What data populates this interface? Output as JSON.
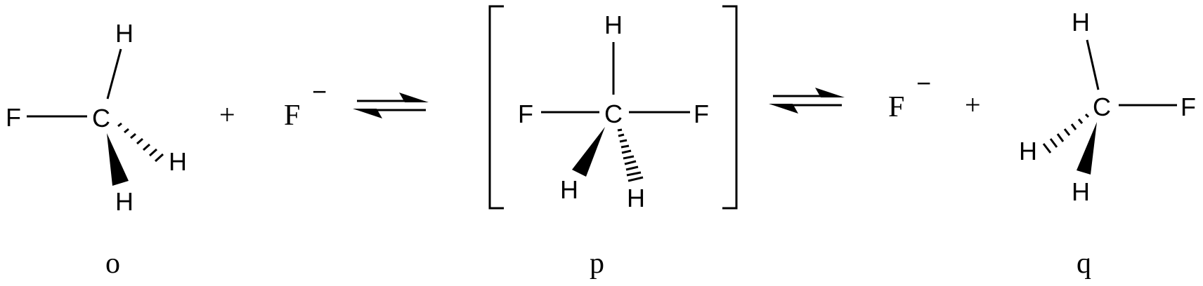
{
  "molecules": {
    "o": {
      "label": "o",
      "atoms": {
        "f": "F",
        "c": "C",
        "h_top": "H",
        "h_hash": "H",
        "h_wedge": "H"
      }
    },
    "p": {
      "label": "p",
      "atoms": {
        "f_left": "F",
        "c": "C",
        "f_right": "F",
        "h_top": "H",
        "h_wedge": "H",
        "h_hash": "H"
      }
    },
    "q": {
      "label": "q",
      "atoms": {
        "h_top": "H",
        "c": "C",
        "f": "F",
        "h_hash": "H",
        "h_wedge": "H"
      }
    }
  },
  "ions": {
    "left": {
      "symbol": "F",
      "charge": "−"
    },
    "right": {
      "symbol": "F",
      "charge": "−"
    }
  },
  "operators": {
    "plus_left": "+",
    "plus_right": "+"
  }
}
